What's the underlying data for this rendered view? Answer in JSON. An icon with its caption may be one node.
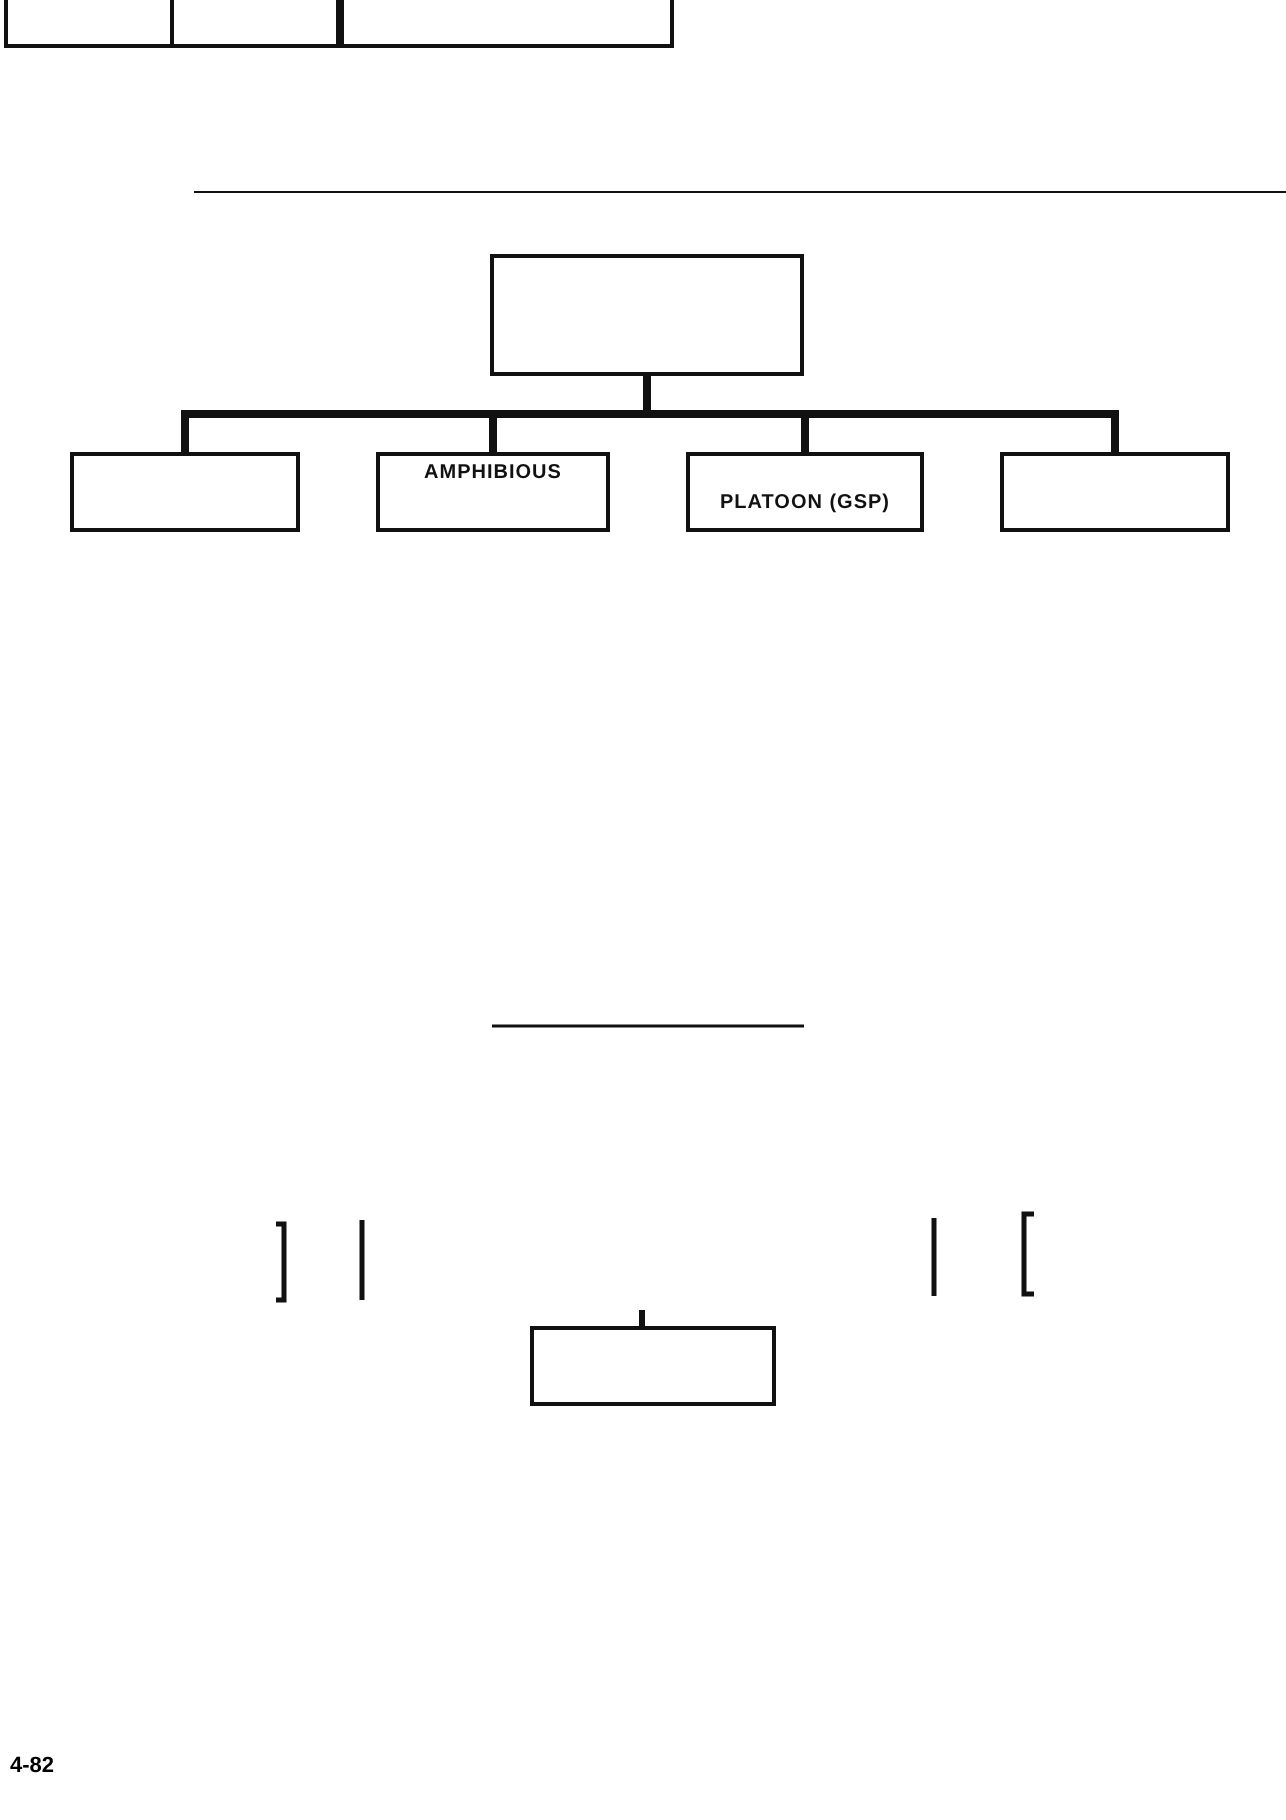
{
  "diagram": {
    "nodes": [
      {
        "text": [],
        "shape": "box"
      },
      {
        "text": [],
        "shape": "box"
      },
      {
        "text": [],
        "shape": "box"
      },
      {
        "text": [],
        "shape": "box"
      },
      {
        "text": [],
        "shape": "box"
      },
      {
        "text": [
          "AMPHIBIOUS"
        ]
      },
      {
        "text": [
          "PLATOON (GSP)"
        ]
      },
      {
        "text": [],
        "shape": "box"
      },
      {
        "text": [],
        "shape": "box"
      }
    ],
    "edges": [
      {
        "from": 3,
        "to": 4,
        "arrow": "none"
      },
      {
        "from": 3,
        "to": 5,
        "arrow": "none"
      },
      {
        "from": 3,
        "to": 6,
        "arrow": "none"
      },
      {
        "from": 3,
        "to": 7,
        "arrow": "none"
      }
    ],
    "labels": [
      "4-82"
    ]
  }
}
